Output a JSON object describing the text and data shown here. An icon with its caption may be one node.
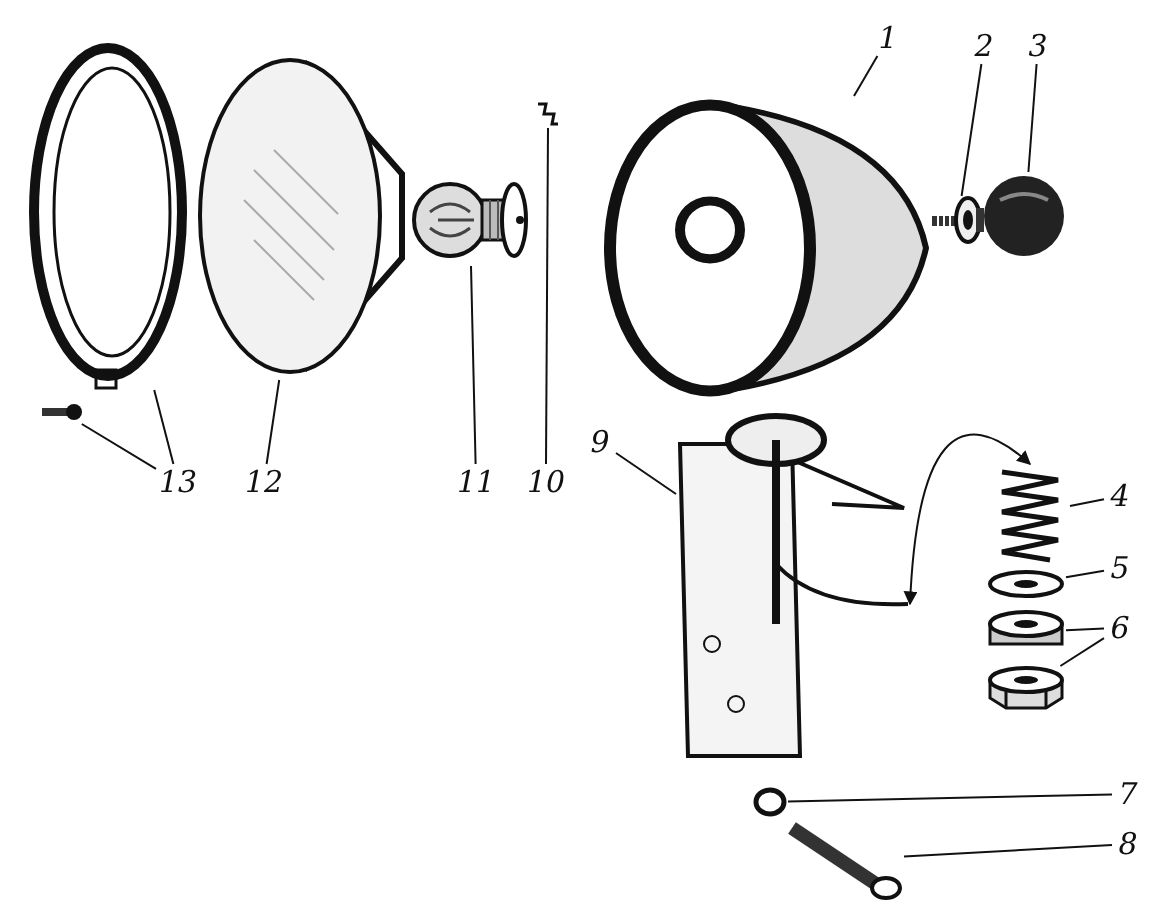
{
  "diagram": {
    "nodes": [
      {
        "text": [
          "1"
        ]
      },
      {
        "text": [
          "2"
        ]
      },
      {
        "text": [
          "3"
        ]
      },
      {
        "text": [
          "4"
        ]
      },
      {
        "text": [
          "5"
        ]
      },
      {
        "text": [
          "6"
        ]
      },
      {
        "text": [
          "7"
        ]
      },
      {
        "text": [
          "8"
        ]
      },
      {
        "text": [
          "9"
        ]
      },
      {
        "text": [
          "10"
        ]
      },
      {
        "text": [
          "11"
        ]
      },
      {
        "text": [
          "12"
        ]
      },
      {
        "text": [
          "13"
        ]
      },
      {
        "text": [],
        "shape": "picture"
      },
      {
        "text": [],
        "shape": "picture"
      },
      {
        "text": [],
        "shape": "picture"
      },
      {
        "text": [],
        "shape": "picture"
      },
      {
        "text": [],
        "shape": "picture"
      },
      {
        "text": [],
        "shape": "picture"
      },
      {
        "text": [],
        "shape": "picture"
      },
      {
        "text": [],
        "shape": "picture"
      },
      {
        "text": [],
        "shape": "picture"
      },
      {
        "text": [],
        "shape": "picture"
      },
      {
        "text": [],
        "shape": "picture"
      },
      {
        "text": [],
        "shape": "picture"
      },
      {
        "text": [],
        "shape": "picture"
      },
      {
        "text": [],
        "shape": "circle"
      },
      {
        "text": [],
        "shape": "picture"
      }
    ],
    "edges": [
      {
        "from": 0,
        "to": 18,
        "arrow": "none"
      },
      {
        "from": 1,
        "to": 19,
        "arrow": "none"
      },
      {
        "from": 2,
        "to": 20,
        "arrow": "none"
      },
      {
        "from": 3,
        "to": 22,
        "arrow": "none"
      },
      {
        "from": 4,
        "to": 23,
        "arrow": "none"
      },
      {
        "from": 5,
        "to": 24,
        "arrow": "none"
      },
      {
        "from": 5,
        "to": 25,
        "arrow": "none"
      },
      {
        "from": 6,
        "to": 26,
        "arrow": "none"
      },
      {
        "from": 7,
        "to": 27,
        "arrow": "none"
      },
      {
        "from": 8,
        "to": 21,
        "arrow": "none"
      },
      {
        "from": 9,
        "to": 17,
        "arrow": "none"
      },
      {
        "from": 10,
        "to": 16,
        "arrow": "none"
      },
      {
        "from": 11,
        "to": 15,
        "arrow": "none"
      },
      {
        "from": 12,
        "to": 13,
        "arrow": "none"
      },
      {
        "from": 12,
        "to": 14,
        "arrow": "none"
      },
      {
        "from": 21,
        "to": 22,
        "arrow": "both"
      }
    ]
  }
}
